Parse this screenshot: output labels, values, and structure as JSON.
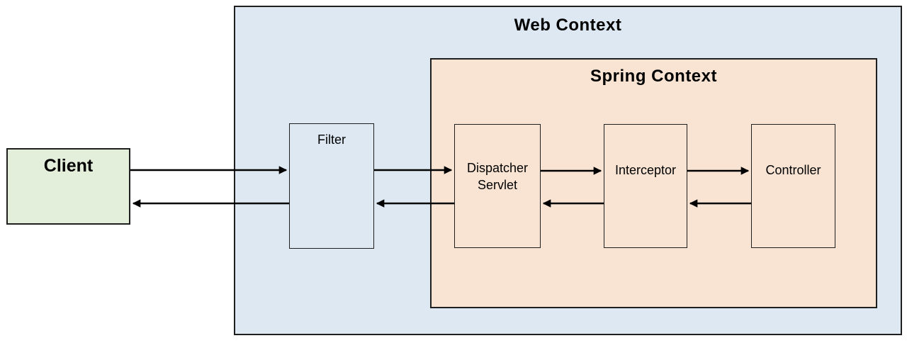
{
  "diagram": {
    "title_hint": "Spring MVC request flow diagram",
    "client": {
      "label": "Client"
    },
    "web_context": {
      "title": "Web Context"
    },
    "spring_context": {
      "title": "Spring Context"
    },
    "filter": {
      "label": "Filter"
    },
    "dispatcher_servlet": {
      "label": "Dispatcher Servlet"
    },
    "interceptor": {
      "label": "Interceptor"
    },
    "controller": {
      "label": "Controller"
    },
    "colors": {
      "client_fill": "#e3efdb",
      "web_context_fill": "#dde8f3",
      "filter_fill": "#dde8f3",
      "spring_context_fill": "#f9e4d3",
      "inner_node_fill": "#f9e4d3",
      "border": "#1f1f1f",
      "arrow": "#000000",
      "page_background": "#ffffff"
    },
    "connections": [
      {
        "from": "Client",
        "to": "Filter",
        "direction": "right"
      },
      {
        "from": "Filter",
        "to": "Dispatcher Servlet",
        "direction": "right"
      },
      {
        "from": "Dispatcher Servlet",
        "to": "Interceptor",
        "direction": "right"
      },
      {
        "from": "Interceptor",
        "to": "Controller",
        "direction": "right"
      },
      {
        "from": "Controller",
        "to": "Interceptor",
        "direction": "left"
      },
      {
        "from": "Interceptor",
        "to": "Dispatcher Servlet",
        "direction": "left"
      },
      {
        "from": "Dispatcher Servlet",
        "to": "Filter",
        "direction": "left"
      },
      {
        "from": "Filter",
        "to": "Client",
        "direction": "left"
      }
    ]
  }
}
